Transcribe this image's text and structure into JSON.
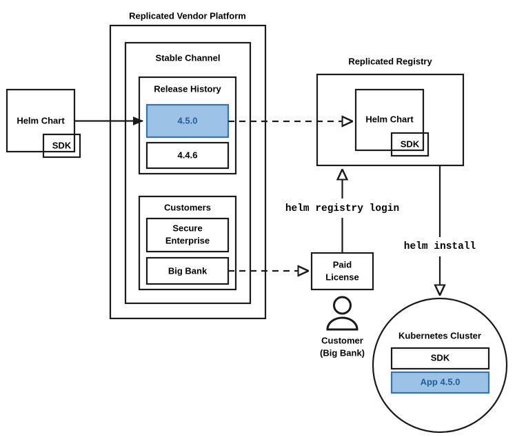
{
  "diagram": {
    "title_platform": "Replicated Vendor Platform",
    "title_registry": "Replicated Registry",
    "nodes": {
      "source_helm_chart": "Helm Chart",
      "source_sdk": "SDK",
      "stable_channel": "Stable Channel",
      "release_history": "Release History",
      "release_current": "4.5.0",
      "release_previous": "4.4.6",
      "customers": "Customers",
      "customer_secure_enterprise_line1": "Secure",
      "customer_secure_enterprise_line2": "Enterprise",
      "customer_big_bank": "Big Bank",
      "registry_helm_chart": "Helm Chart",
      "registry_sdk": "SDK",
      "paid_license_line1": "Paid",
      "paid_license_line2": "License",
      "actor_line1": "Customer",
      "actor_line2": "(Big Bank)",
      "cluster": "Kubernetes Cluster",
      "cluster_sdk": "SDK",
      "cluster_app": "App 4.5.0"
    },
    "edges": {
      "helm_registry_login": "helm registry login",
      "helm_install": "helm install"
    },
    "colors": {
      "accent_blue_fill": "#9CC3E5",
      "accent_blue_stroke": "#2E75B6",
      "accent_blue_text": "#1F5C99",
      "stroke_dark": "#1A1A1A",
      "shade_outer": "#F2F2F2",
      "shade_mid": "#D9D9D9",
      "shade_inner": "#BFBFBF",
      "fill_white": "#FAFAFA",
      "fill_light_gray": "#D9D9D9"
    }
  }
}
